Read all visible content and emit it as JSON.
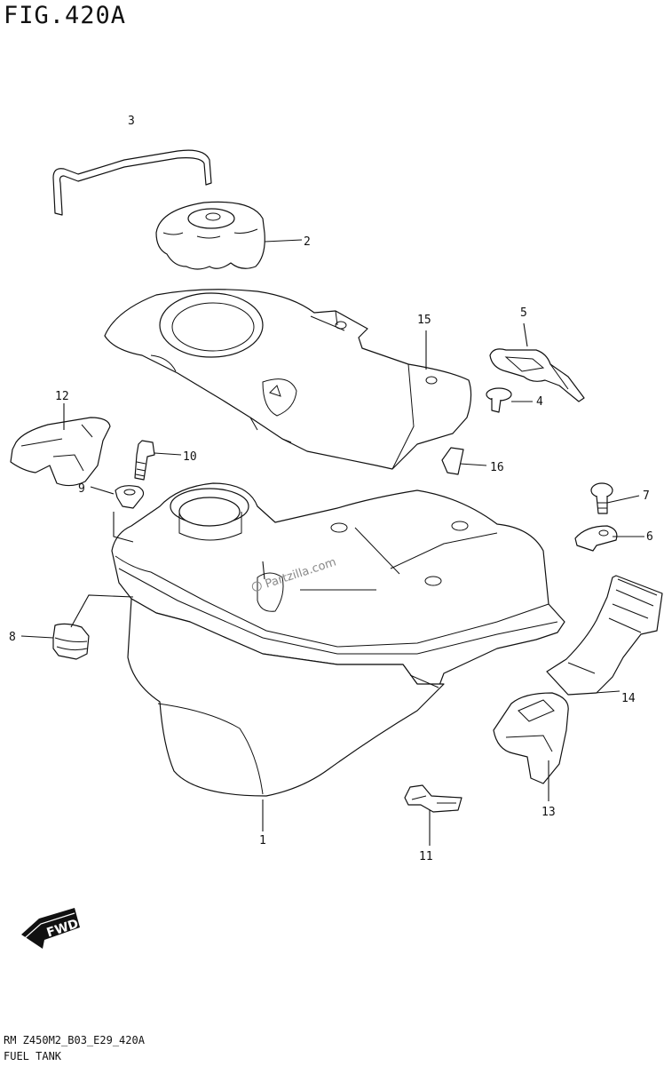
{
  "figure": {
    "title": "FIG.420A",
    "model_code": "RM Z450M2_B03_E29_420A",
    "section_name": "FUEL TANK"
  },
  "watermark": "Partzilla.com",
  "direction_badge": "FWD",
  "callouts": [
    {
      "id": "1",
      "label": "1"
    },
    {
      "id": "2",
      "label": "2"
    },
    {
      "id": "3",
      "label": "3"
    },
    {
      "id": "4",
      "label": "4"
    },
    {
      "id": "5",
      "label": "5"
    },
    {
      "id": "6",
      "label": "6"
    },
    {
      "id": "7",
      "label": "7"
    },
    {
      "id": "8",
      "label": "8"
    },
    {
      "id": "9",
      "label": "9"
    },
    {
      "id": "10",
      "label": "10"
    },
    {
      "id": "11",
      "label": "11"
    },
    {
      "id": "12",
      "label": "12"
    },
    {
      "id": "13",
      "label": "13"
    },
    {
      "id": "14",
      "label": "14"
    },
    {
      "id": "15",
      "label": "15"
    },
    {
      "id": "16",
      "label": "16"
    }
  ]
}
